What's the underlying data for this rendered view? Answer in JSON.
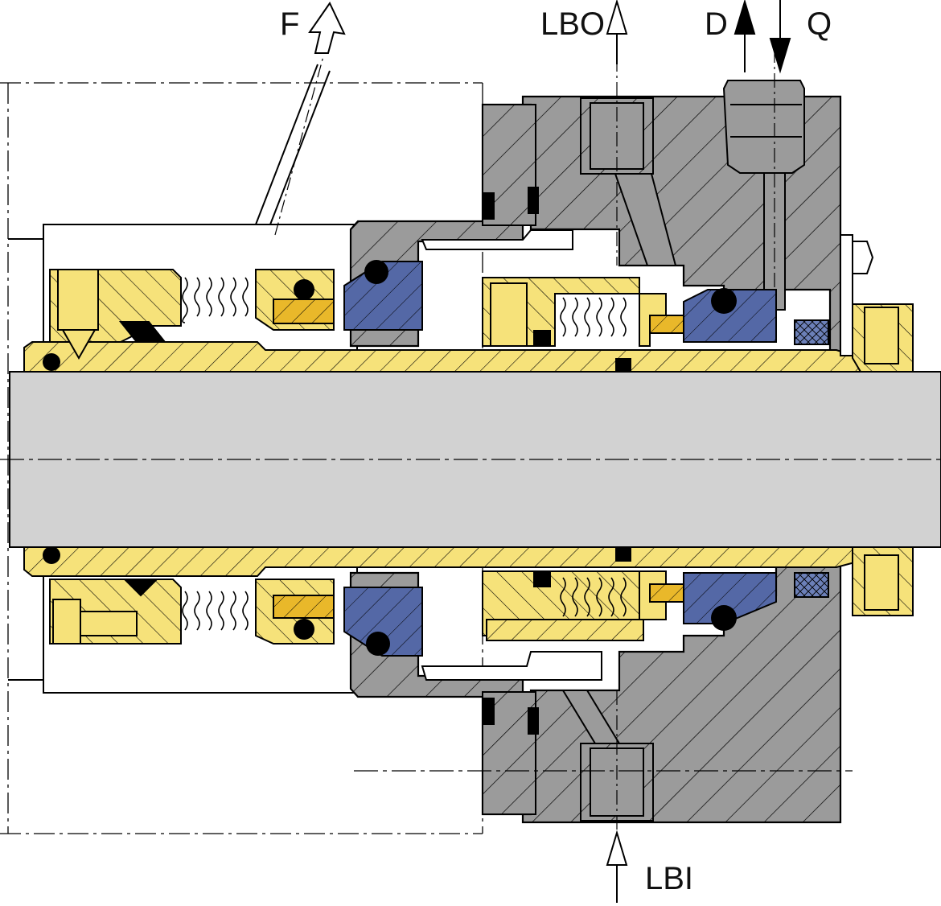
{
  "labels": {
    "flush": "F",
    "buffer_outlet": "LBO",
    "drain": "D",
    "quench": "Q",
    "buffer_inlet": "LBI"
  },
  "colors": {
    "housing": "#9b9b9b",
    "shaft": "#d2d2d2",
    "sleeve": "#f6e27a",
    "seat": "#5468a6",
    "ring_orange": "#e9b82a",
    "packing": "#6c80b8",
    "oring": "#000000",
    "outline": "#000000"
  }
}
